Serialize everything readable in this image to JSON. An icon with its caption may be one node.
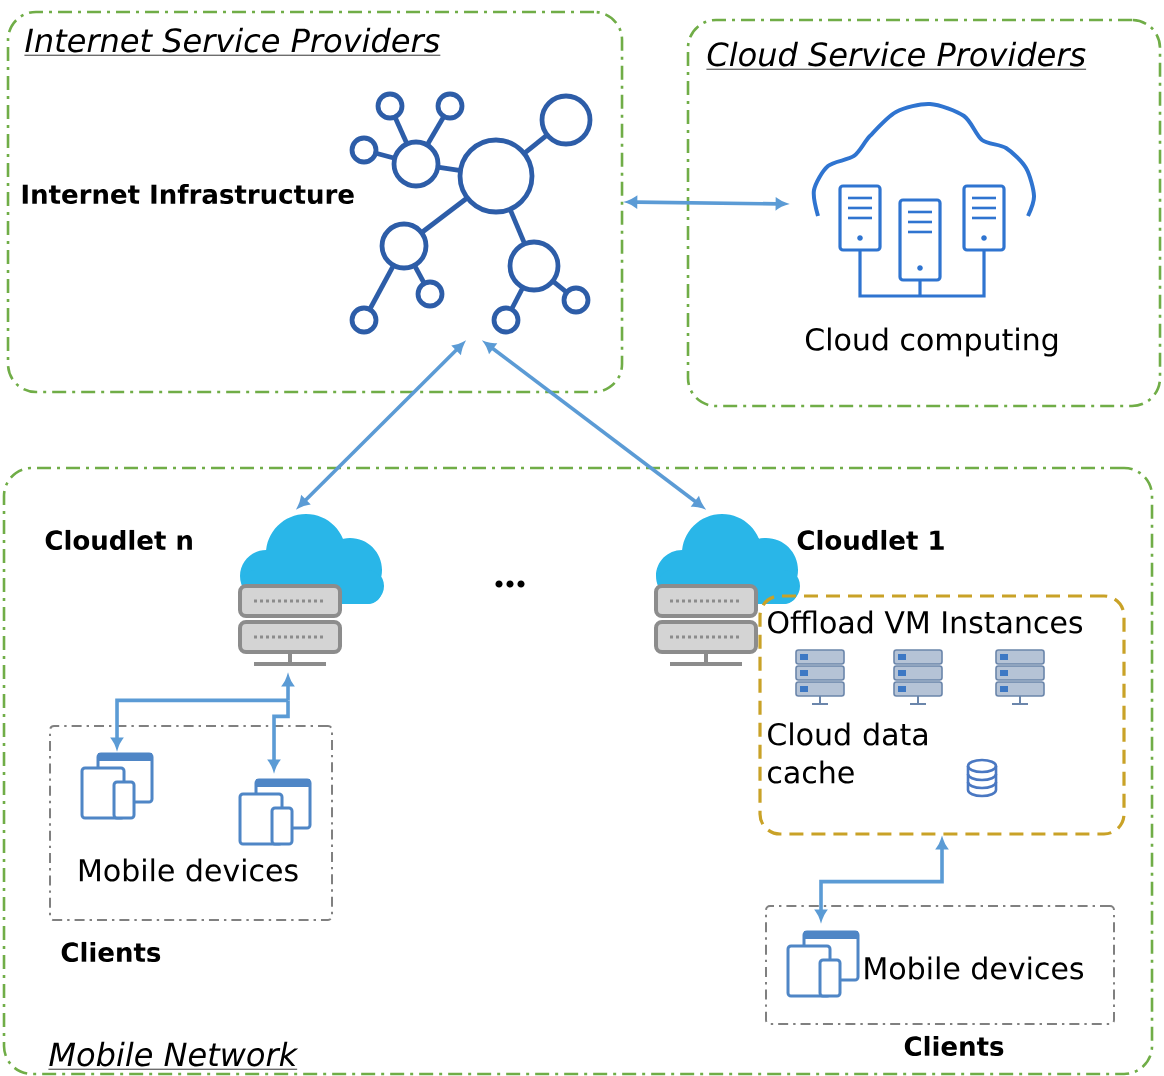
{
  "diagram": {
    "nodes": [
      {
        "text": [
          "Internet Service Providers"
        ]
      },
      {
        "text": [],
        "shape": "picture",
        "beside": [
          "Internet Infrastructure"
        ],
        "in": 0
      },
      {
        "text": [
          "Cloud Service Providers"
        ]
      },
      {
        "text": [],
        "shape": "picture",
        "beside": [
          "Cloud computing"
        ],
        "in": 2
      },
      {
        "text": [
          "Mobile Network"
        ]
      },
      {
        "text": [],
        "shape": "picture",
        "beside": [
          "Cloudlet n"
        ],
        "in": 4
      },
      {
        "text": [],
        "shape": "picture",
        "beside": [
          "Cloudlet 1"
        ],
        "in": 4
      },
      {
        "text": [
          "Mobile devices",
          "Clients"
        ],
        "in": 4
      },
      {
        "text": [],
        "shape": "picture",
        "in": 7
      },
      {
        "text": [],
        "shape": "picture",
        "in": 7
      },
      {
        "text": [
          "Offload VM Instances",
          "Cloud data cache"
        ],
        "in": 4
      },
      {
        "text": [
          "Mobile devices",
          "Clients"
        ],
        "in": 4
      },
      {
        "text": [],
        "shape": "picture",
        "in": 11
      }
    ],
    "edges": [
      {
        "from": 0,
        "to": 3,
        "arrow": "both"
      },
      {
        "from": 1,
        "to": 5,
        "arrow": "both"
      },
      {
        "from": 1,
        "to": 6,
        "arrow": "both"
      },
      {
        "from": 5,
        "to": 8,
        "arrow": "both"
      },
      {
        "from": 5,
        "to": 9,
        "arrow": "both"
      },
      {
        "from": 10,
        "to": 12,
        "arrow": "both"
      }
    ],
    "labels": [
      "..."
    ]
  }
}
